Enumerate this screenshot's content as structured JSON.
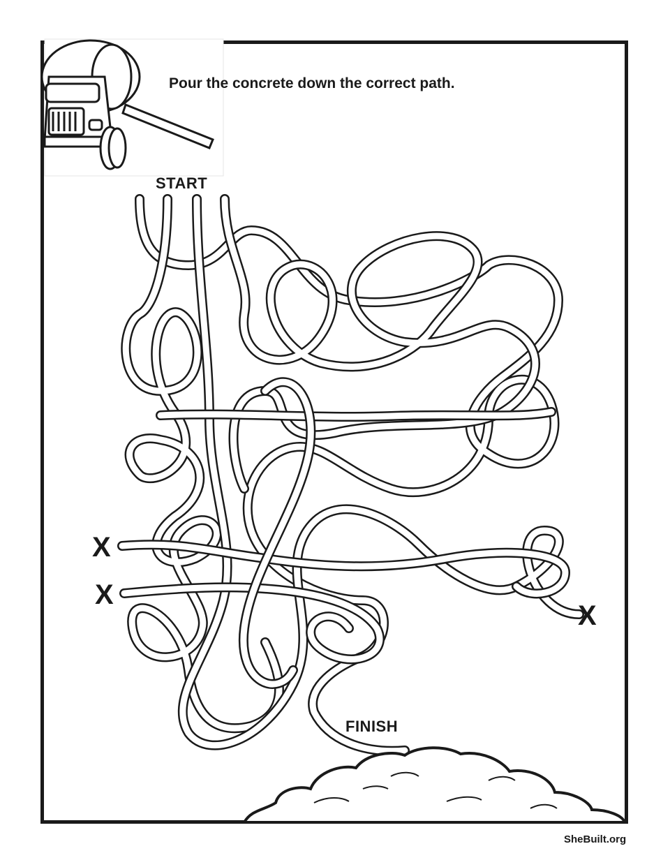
{
  "instruction": "Pour the concrete down the correct path.",
  "labels": {
    "start": "START",
    "finish": "FINISH",
    "dead_end": "X"
  },
  "footer": {
    "brand": "SheBuilt.org"
  },
  "icons": [
    "cement-truck-icon",
    "concrete-pile-icon"
  ],
  "colors": {
    "ink": "#1a1a1a",
    "paper": "#ffffff"
  }
}
